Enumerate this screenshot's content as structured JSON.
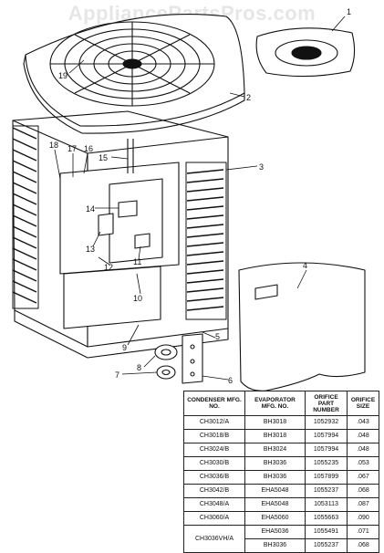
{
  "watermark": "AppliancePartsPros.com",
  "callouts": [
    "1",
    "2",
    "3",
    "4",
    "5",
    "6",
    "7",
    "8",
    "9",
    "10",
    "11",
    "12",
    "13",
    "14",
    "15",
    "16",
    "17",
    "18",
    "19"
  ],
  "table": {
    "headers": {
      "condenser": "CONDENSER MFG. NO.",
      "evaporator": "EVAPORATOR MFG. NO.",
      "part": "ORIFICE PART NUMBER",
      "size": "ORIFICE SIZE"
    },
    "rows": [
      {
        "condenser": "CH3012/A",
        "evaporator": "BH3018",
        "part": "1052932",
        "size": ".043"
      },
      {
        "condenser": "CH3018/B",
        "evaporator": "BH3018",
        "part": "1057994",
        "size": ".048"
      },
      {
        "condenser": "CH3024/B",
        "evaporator": "BH3024",
        "part": "1057994",
        "size": ".048"
      },
      {
        "condenser": "CH3030/B",
        "evaporator": "BH3036",
        "part": "1055235",
        "size": ".053"
      },
      {
        "condenser": "CH3036/B",
        "evaporator": "BH3036",
        "part": "1057899",
        "size": ".067"
      },
      {
        "condenser": "CH3042/B",
        "evaporator": "EHA5048",
        "part": "1055237",
        "size": ".068"
      },
      {
        "condenser": "CH3048/A",
        "evaporator": "EHA5048",
        "part": "1053113",
        "size": ".087"
      },
      {
        "condenser": "CH3060/A",
        "evaporator": "EHA5060",
        "part": "1055663",
        "size": ".090"
      },
      {
        "condenser": "CH3036VH/A",
        "evaporator": "EHA5036",
        "part": "1055491",
        "size": ".071"
      },
      {
        "condenser": "",
        "evaporator": "BH3036",
        "part": "1055237",
        "size": ".068"
      }
    ]
  }
}
